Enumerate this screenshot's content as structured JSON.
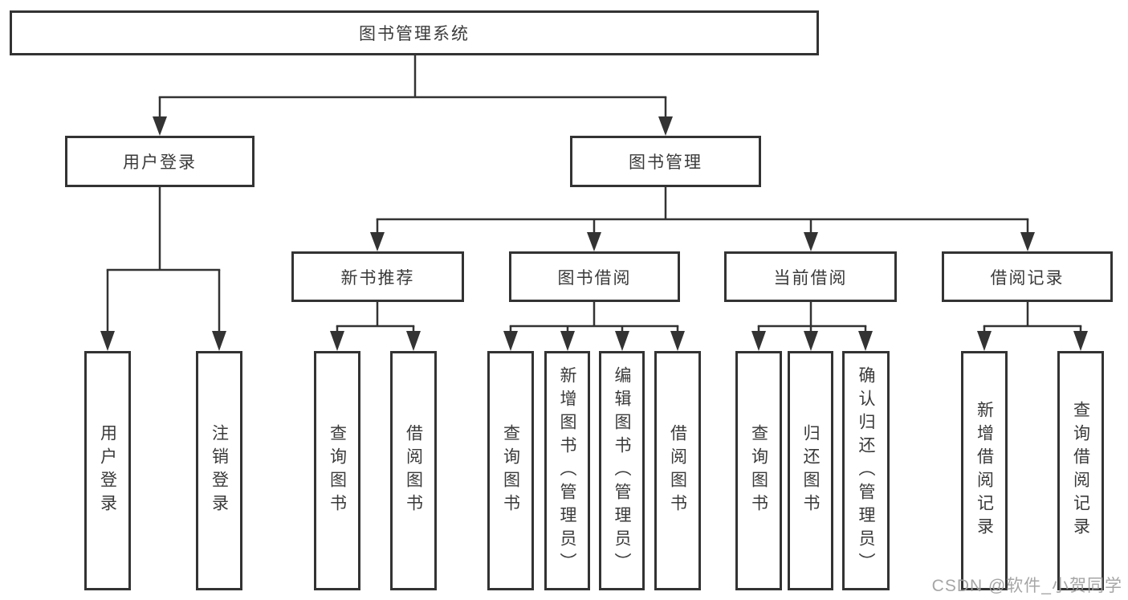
{
  "diagram": {
    "root": {
      "label": "图书管理系统"
    },
    "branches": [
      {
        "label": "用户登录",
        "children": [
          {
            "label": "用户登录"
          },
          {
            "label": "注销登录"
          }
        ]
      },
      {
        "label": "图书管理",
        "children": [
          {
            "label": "新书推荐",
            "children": [
              {
                "label": "查询图书"
              },
              {
                "label": "借阅图书"
              }
            ]
          },
          {
            "label": "图书借阅",
            "children": [
              {
                "label": "查询图书"
              },
              {
                "label": "新增图书（管理员）"
              },
              {
                "label": "编辑图书（管理员）"
              },
              {
                "label": "借阅图书"
              }
            ]
          },
          {
            "label": "当前借阅",
            "children": [
              {
                "label": "查询图书"
              },
              {
                "label": "归还图书"
              },
              {
                "label": "确认归还（管理员）"
              }
            ]
          },
          {
            "label": "借阅记录",
            "children": [
              {
                "label": "新增借阅记录"
              },
              {
                "label": "查询借阅记录"
              }
            ]
          }
        ]
      }
    ]
  },
  "watermark": {
    "text": "CSDN @软件_小贺同学"
  },
  "colors": {
    "line": "#333333",
    "box_border": "#333333",
    "text": "#3a3a3a",
    "watermark": "#9e9e9e",
    "background": "#ffffff"
  }
}
